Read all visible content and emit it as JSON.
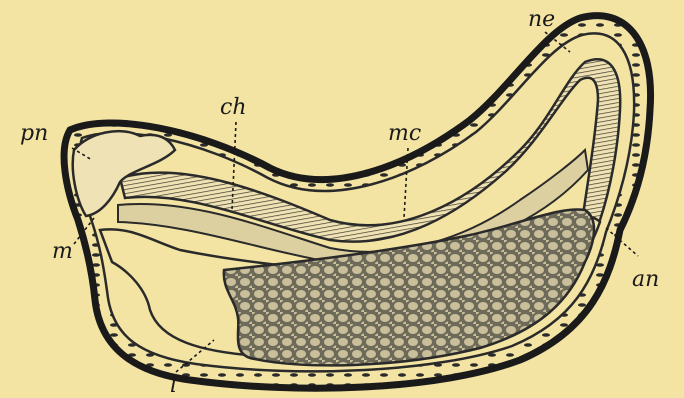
{
  "diagram": {
    "labels": {
      "pn": "pn",
      "ne": "ne",
      "ch": "ch",
      "mc": "mc",
      "m": "m",
      "an": "an",
      "l": "l"
    },
    "colors": {
      "background": "#f3e4a4",
      "outline": "#1a1a1a",
      "yolk_mass": "#6e6a5a",
      "yolk_cells": "#c9bf9a",
      "tissue_light": "#efe2b4"
    }
  }
}
